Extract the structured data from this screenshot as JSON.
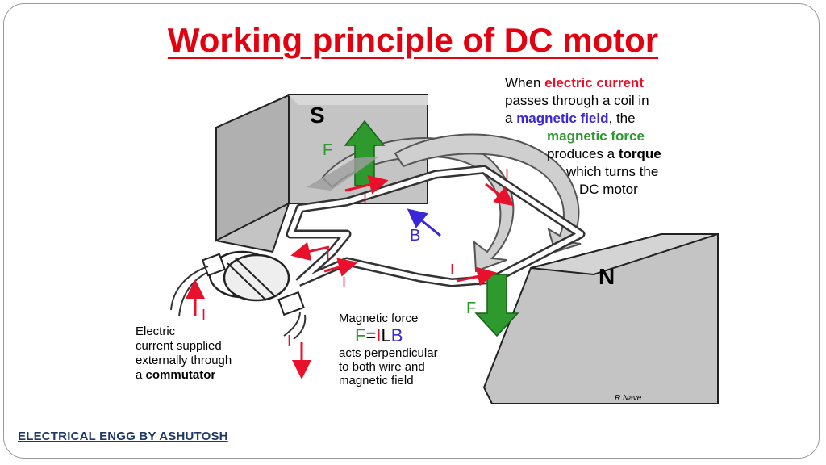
{
  "title": "Working principle of DC motor",
  "caption": {
    "line1_pre": "When ",
    "line1_highlight": "electric current",
    "line2": "passes through a  coil in",
    "line3_pre": "a ",
    "line3_highlight": "magnetic field",
    "line3_post": ", the",
    "line4_highlight": "magnetic force",
    "line5_pre": "produces a ",
    "line5_bold": "torque",
    "line6": "which turns the",
    "line7": "DC motor"
  },
  "labels": {
    "south_pole": "S",
    "north_pole": "N",
    "force": "F",
    "current": "I",
    "field": "B"
  },
  "electric_text": {
    "line1": "Electric",
    "line2": "current supplied",
    "line3": "externally through",
    "line4_pre": "a ",
    "line4_bold": "commutator"
  },
  "force_text": {
    "line1": "Magnetic force",
    "formula_F": "F",
    "formula_eq": "=",
    "formula_I": "I",
    "formula_L": "L",
    "formula_B": "B",
    "line3": "acts perpendicular",
    "line4": "to both wire and",
    "line5": "magnetic field"
  },
  "credit": "R Nave",
  "footer": "ELECTRICAL ENGG BY ASHUTOSH",
  "colors": {
    "title": "#e3000f",
    "current": "#e8102a",
    "field": "#3a28d8",
    "force": "#2e9a2e",
    "footer": "#1f3864",
    "pole_gray": "#bdbdbd"
  }
}
